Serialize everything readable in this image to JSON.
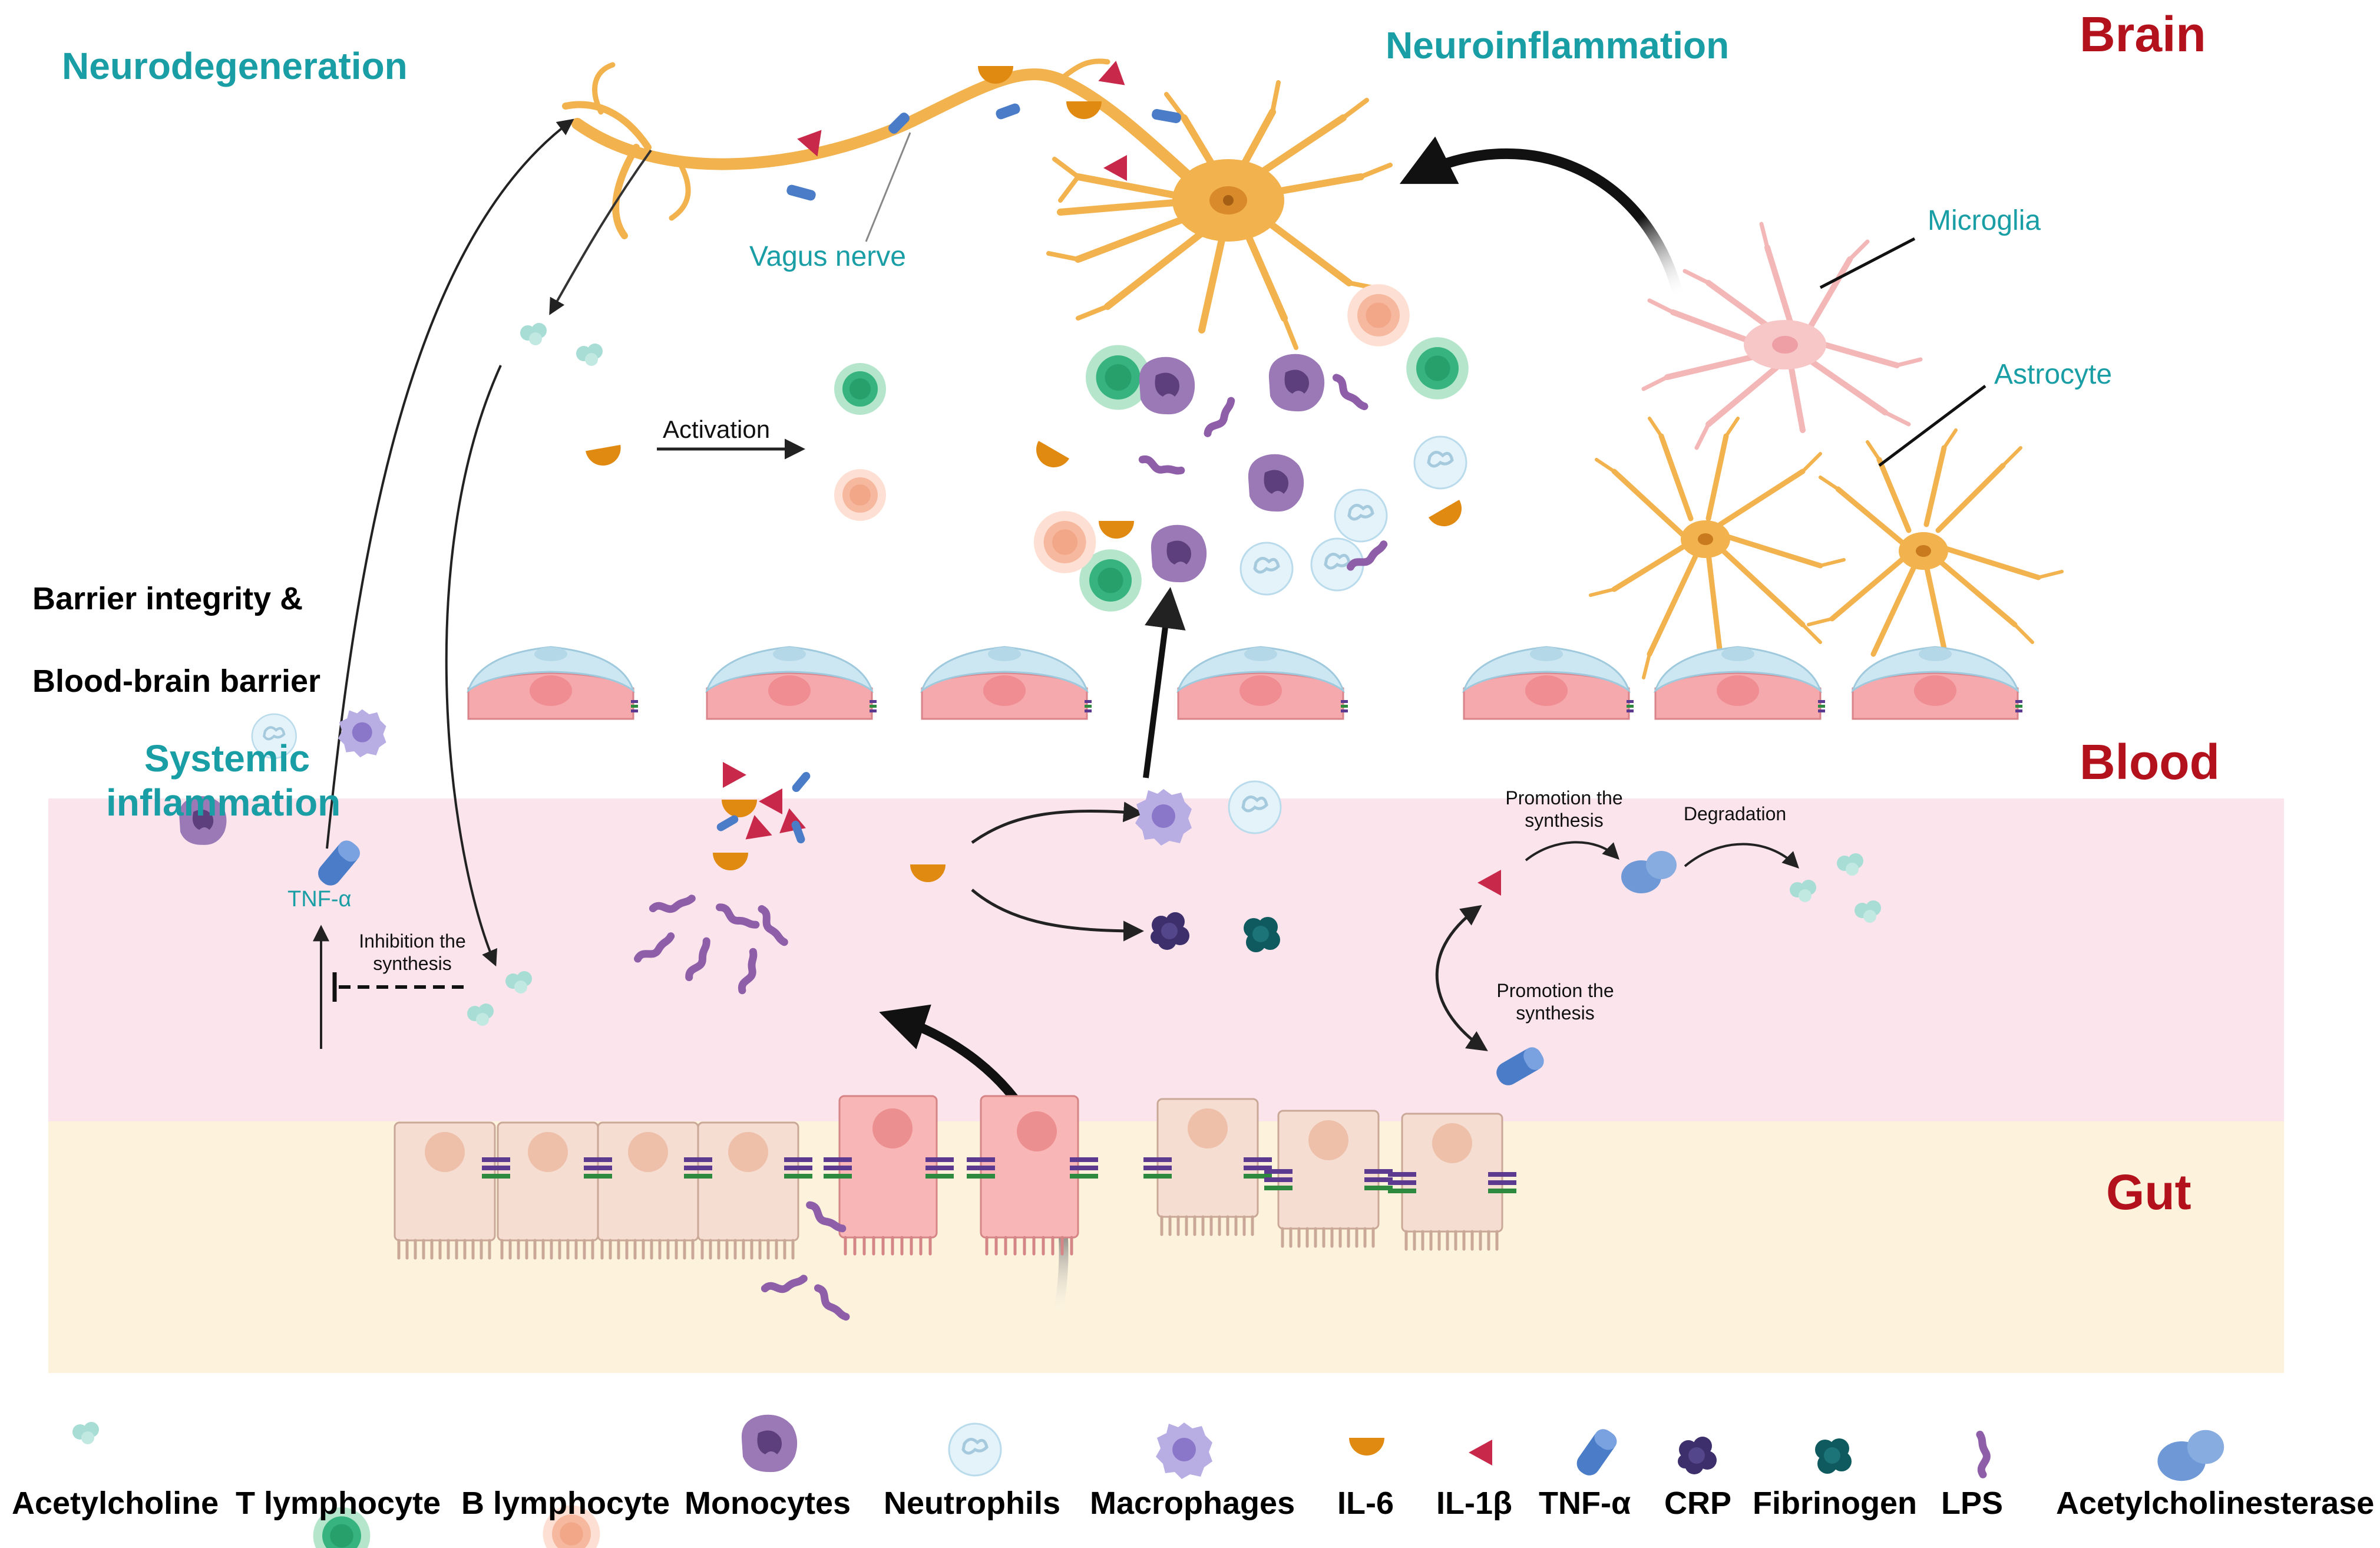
{
  "regions": {
    "brain": "Brain",
    "blood": "Blood",
    "gut": "Gut"
  },
  "headings": {
    "neurodegeneration": "Neurodegeneration",
    "neuroinflammation": "Neuroinflammation",
    "barrier_line1": "Barrier integrity &",
    "barrier_line2": "Blood-brain barrier",
    "systemic_line1": "Systemic",
    "systemic_line2": "inflammation"
  },
  "cell_labels": {
    "vagus": "Vagus nerve",
    "microglia": "Microglia",
    "astrocyte": "Astrocyte",
    "tnf": "TNF-α"
  },
  "process_labels": {
    "activation": "Activation",
    "inhibition": "Inhibition the synthesis",
    "promotion_upper": "Promotion the synthesis",
    "degradation": "Degradation",
    "promotion_lower": "Promotion the synthesis"
  },
  "legend": [
    {
      "label": "Acetylcholine",
      "icon": "acetylcholine-icon"
    },
    {
      "label": "T lymphocyte",
      "icon": "t-lymphocyte-icon"
    },
    {
      "label": "B lymphocyte",
      "icon": "b-lymphocyte-icon"
    },
    {
      "label": "Monocytes",
      "icon": "monocyte-icon"
    },
    {
      "label": "Neutrophils",
      "icon": "neutrophil-icon"
    },
    {
      "label": "Macrophages",
      "icon": "macrophage-icon"
    },
    {
      "label": "IL-6",
      "icon": "il6-icon"
    },
    {
      "label": "IL-1β",
      "icon": "il1b-icon"
    },
    {
      "label": "TNF-α",
      "icon": "tnf-alpha-icon"
    },
    {
      "label": "CRP",
      "icon": "crp-icon"
    },
    {
      "label": "Fibrinogen",
      "icon": "fibrinogen-icon"
    },
    {
      "label": "LPS",
      "icon": "lps-icon"
    },
    {
      "label": "Acetylcholinesterase",
      "icon": "acetylcholinesterase-icon"
    }
  ],
  "colors": {
    "region_label": "#b3121d",
    "teal_label": "#1a9ea5",
    "blood_band": "#fce4ec",
    "gut_band": "#fdf3dc",
    "neuron": "#f2b24e",
    "microglia": "#f4b7b7",
    "endothelium": "#f5a9ad",
    "pericyte": "#b8dce8",
    "acetylcholine": "#a8ddd6",
    "t_lymphocyte": "#36b37e",
    "b_lymphocyte": "#f6b9a0",
    "monocyte": "#7e5a9b",
    "neutrophil": "#cfe6f2",
    "macrophage": "#a99ad6",
    "il6": "#e08a12",
    "il1b": "#c8284a",
    "tnf_alpha": "#4a7cc7",
    "crp": "#3d2f6b",
    "fibrinogen": "#0f5a5e",
    "lps": "#8e5fa8",
    "acetylcholinesterase": "#6e98d6"
  }
}
